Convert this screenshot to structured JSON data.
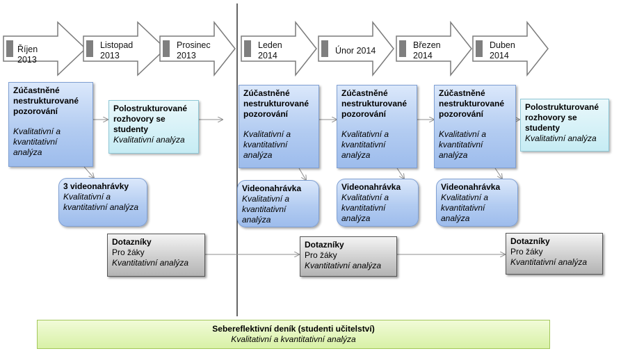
{
  "timeline": [
    {
      "label": "Říjen 2013"
    },
    {
      "label": "Listopad 2013"
    },
    {
      "label": "Prosinec 2013"
    },
    {
      "label": "Leden 2014"
    },
    {
      "label": "Únor 2014"
    },
    {
      "label": "Březen 2014"
    },
    {
      "label": "Duben 2014"
    }
  ],
  "observation": {
    "title": "Zúčastněné nestrukturované pozorování",
    "subtitle": "Kvalitativní a kvantitativní analýza"
  },
  "interviews": {
    "title": "Polostrukturované rozhovory se studenty",
    "subtitle": "Kvalitativní analýza"
  },
  "video_first": {
    "title": "3 videonahrávky",
    "subtitle": "Kvalitativní a kvantitativní analýza"
  },
  "video": {
    "title": "Videonahrávka",
    "subtitle": "Kvalitativní a kvantitativní analýza"
  },
  "questionnaire": {
    "title": "Dotazníky",
    "line2": "Pro žáky",
    "subtitle": "Kvantitativní analýza"
  },
  "diary": {
    "title": "Sebereflektivní deník (studenti učitelství)",
    "subtitle": "Kvalitativní a kvantitativní analýza"
  },
  "colors": {
    "arrow_fill": "#ffffff",
    "arrow_stroke": "#7a7a7a",
    "arrow_band": "#7f7f7f",
    "connector": "#8c8c8c",
    "divider": "#000000"
  }
}
